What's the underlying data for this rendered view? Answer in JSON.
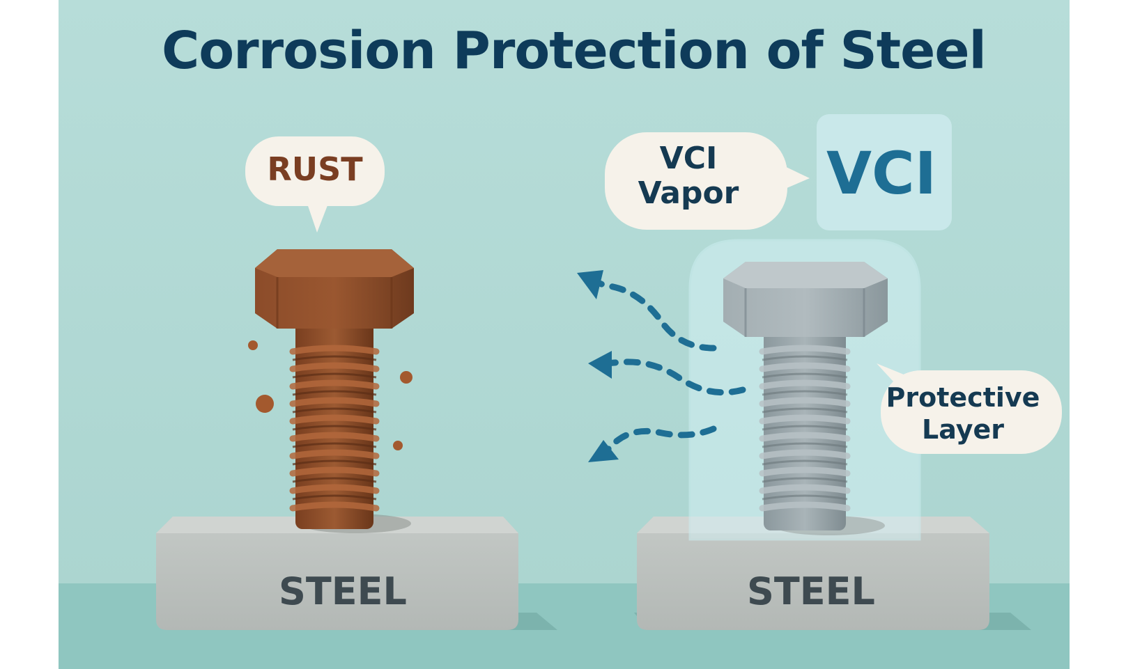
{
  "title": "Corrosion Protection of Steel",
  "left_panel": {
    "callout": "RUST",
    "base_label": "STEEL"
  },
  "right_panel": {
    "vapor_callout_line1": "VCI",
    "vapor_callout_line2": "Vapor",
    "vci_box_label": "VCI",
    "layer_callout_line1": "Protective",
    "layer_callout_line2": "Layer",
    "base_label": "STEEL"
  },
  "colors": {
    "background": "#b5dbd7",
    "rust": "#8a4a28",
    "steel_bolt": "#9aa6aa",
    "vapor_arrows": "#1e6e94",
    "title": "#0e3b5a"
  }
}
